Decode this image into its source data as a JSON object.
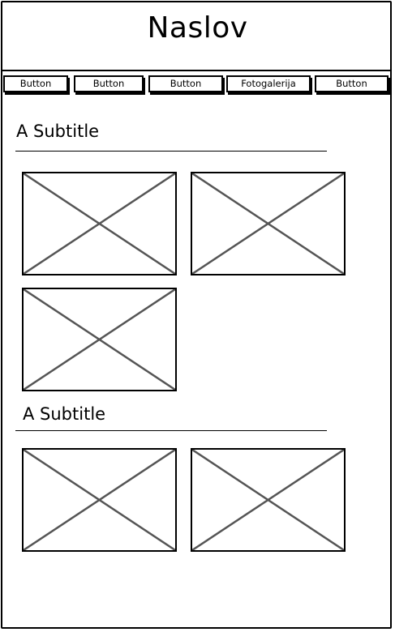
{
  "header": {
    "title": "Naslov"
  },
  "nav": {
    "buttons": [
      {
        "label": "Button"
      },
      {
        "label": "Button"
      },
      {
        "label": "Button"
      },
      {
        "label": "Fotogalerija"
      },
      {
        "label": "Button"
      }
    ]
  },
  "sections": [
    {
      "subtitle": "A Subtitle",
      "image_count": 3
    },
    {
      "subtitle": "A Subtitle",
      "image_count": 2
    }
  ],
  "placeholder": {
    "icon": "image-placeholder-icon",
    "stroke_color": "#555555"
  }
}
